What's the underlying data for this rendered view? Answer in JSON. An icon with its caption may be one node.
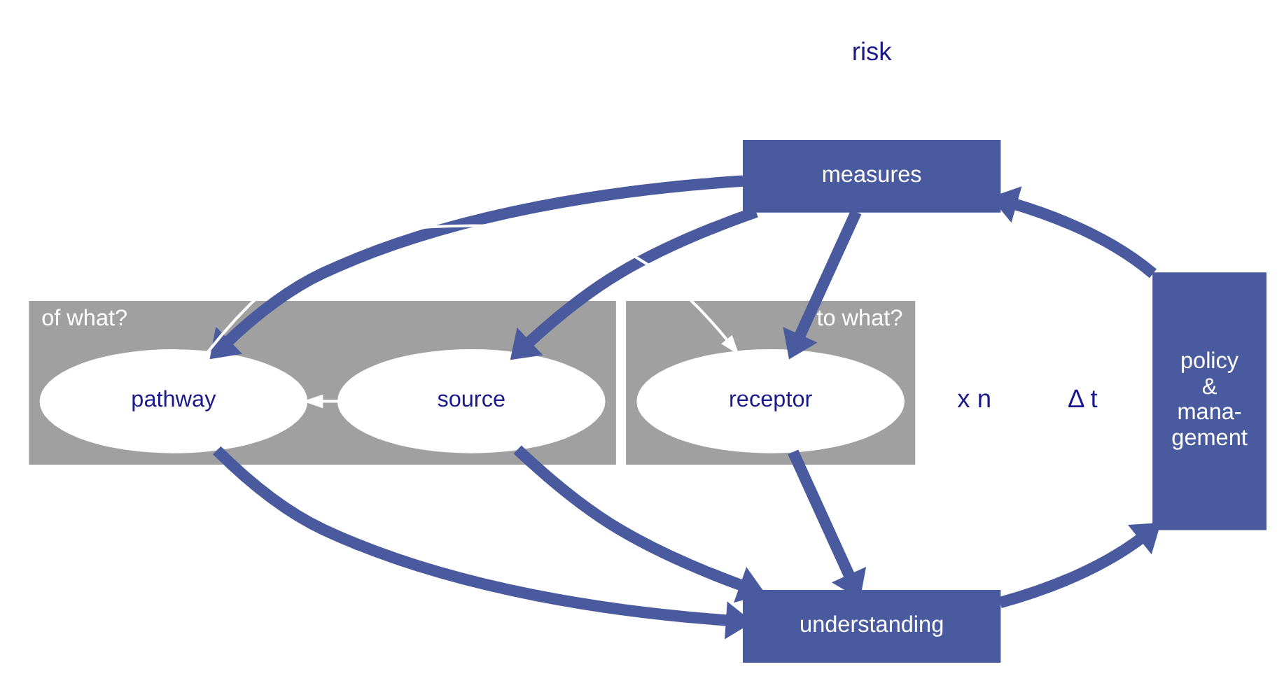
{
  "diagram": {
    "nodes": [
      {
        "text": [
          "measures"
        ]
      },
      {
        "text": [
          "of what?"
        ]
      },
      {
        "text": [
          "source"
        ],
        "in": 1
      },
      {
        "text": [
          "pathway"
        ],
        "in": 1
      },
      {
        "text": [
          "to what?"
        ]
      },
      {
        "text": [
          "receptor"
        ],
        "in": 4
      },
      {
        "text": [
          "understanding"
        ]
      },
      {
        "text": [
          "policy & mana- gement"
        ]
      }
    ],
    "edges": [
      {
        "from": 0,
        "to": 2,
        "arrow": "to"
      },
      {
        "from": 0,
        "to": 3,
        "arrow": "to"
      },
      {
        "from": 0,
        "to": 5,
        "arrow": "to"
      },
      {
        "from": 2,
        "to": 3,
        "arrow": "to",
        "color": "#ffffff"
      },
      {
        "from": 3,
        "to": 5,
        "arrow": "to",
        "color": "#ffffff"
      },
      {
        "from": 2,
        "to": 6,
        "arrow": "to"
      },
      {
        "from": 3,
        "to": 6,
        "arrow": "to"
      },
      {
        "from": 5,
        "to": 6,
        "arrow": "to"
      },
      {
        "from": 6,
        "to": 7,
        "arrow": "to"
      },
      {
        "from": 7,
        "to": 0,
        "arrow": "to"
      }
    ],
    "labels": [
      "risk",
      "x n",
      "Δ t"
    ]
  }
}
